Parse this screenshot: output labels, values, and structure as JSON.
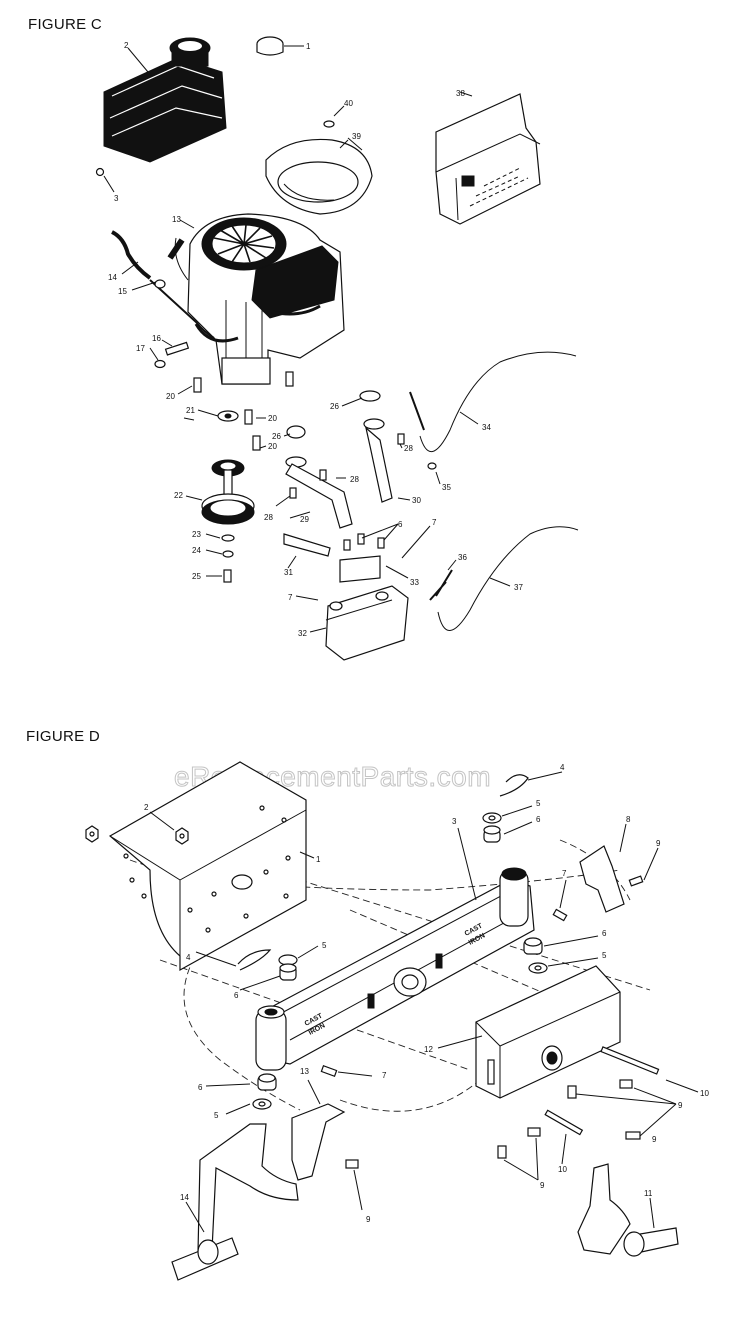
{
  "figure_c": {
    "title": "FIGURE C",
    "callouts": [
      "1",
      "2",
      "3",
      "13",
      "14",
      "15",
      "16",
      "17",
      "20",
      "21",
      "20",
      "20",
      "22",
      "23",
      "24",
      "25",
      "26",
      "26",
      "28",
      "28",
      "29",
      "28",
      "30",
      "31",
      "7",
      "33",
      "7",
      "32",
      "34",
      "35",
      "36",
      "37",
      "38",
      "39",
      "40",
      "6"
    ]
  },
  "figure_d": {
    "title": "FIGURE D",
    "watermark": "eReplacementParts.com",
    "cast_iron_label_1": "CAST",
    "cast_iron_label_2": "IRON",
    "callouts": [
      "2",
      "1",
      "4",
      "6",
      "5",
      "3",
      "4",
      "5",
      "6",
      "8",
      "9",
      "7",
      "6",
      "5",
      "12",
      "6",
      "5",
      "7",
      "13",
      "10",
      "9",
      "9",
      "10",
      "9",
      "14",
      "9",
      "11"
    ]
  }
}
